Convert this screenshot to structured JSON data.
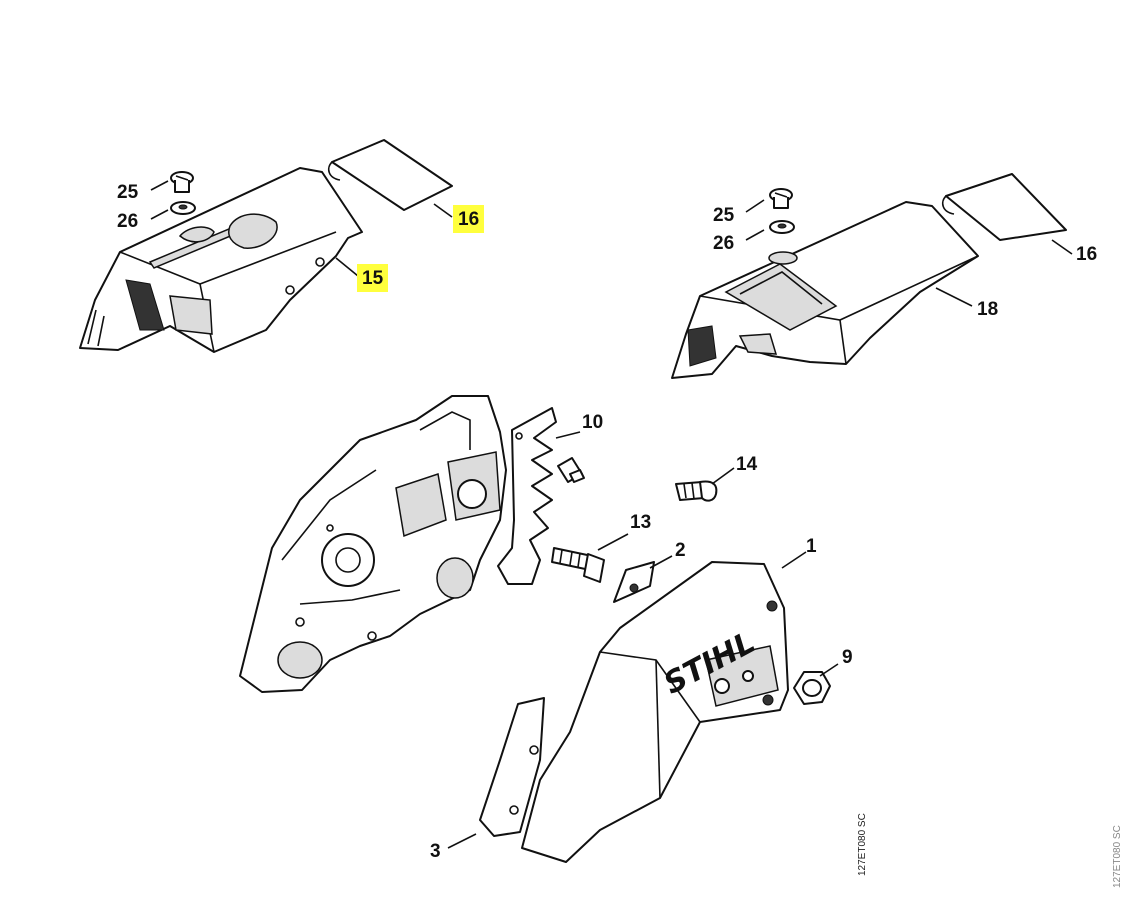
{
  "callouts": {
    "left_cover": {
      "screw": "25",
      "washer": "26",
      "plate": "16",
      "cover": "15"
    },
    "right_cover": {
      "screw": "25",
      "washer": "26",
      "plate": "16",
      "cover": "18"
    },
    "chain_catcher": "10",
    "screw_14": "14",
    "stud_13": "13",
    "slider_2": "2",
    "sprocket_cover": "1",
    "nut": "9",
    "bumper_strip": "3"
  },
  "sprocket_cover_logo": "STIHL",
  "drawing_codes": [
    "127ET080 SC",
    "127ET080 SC"
  ],
  "highlight_color": "#ffff3d"
}
